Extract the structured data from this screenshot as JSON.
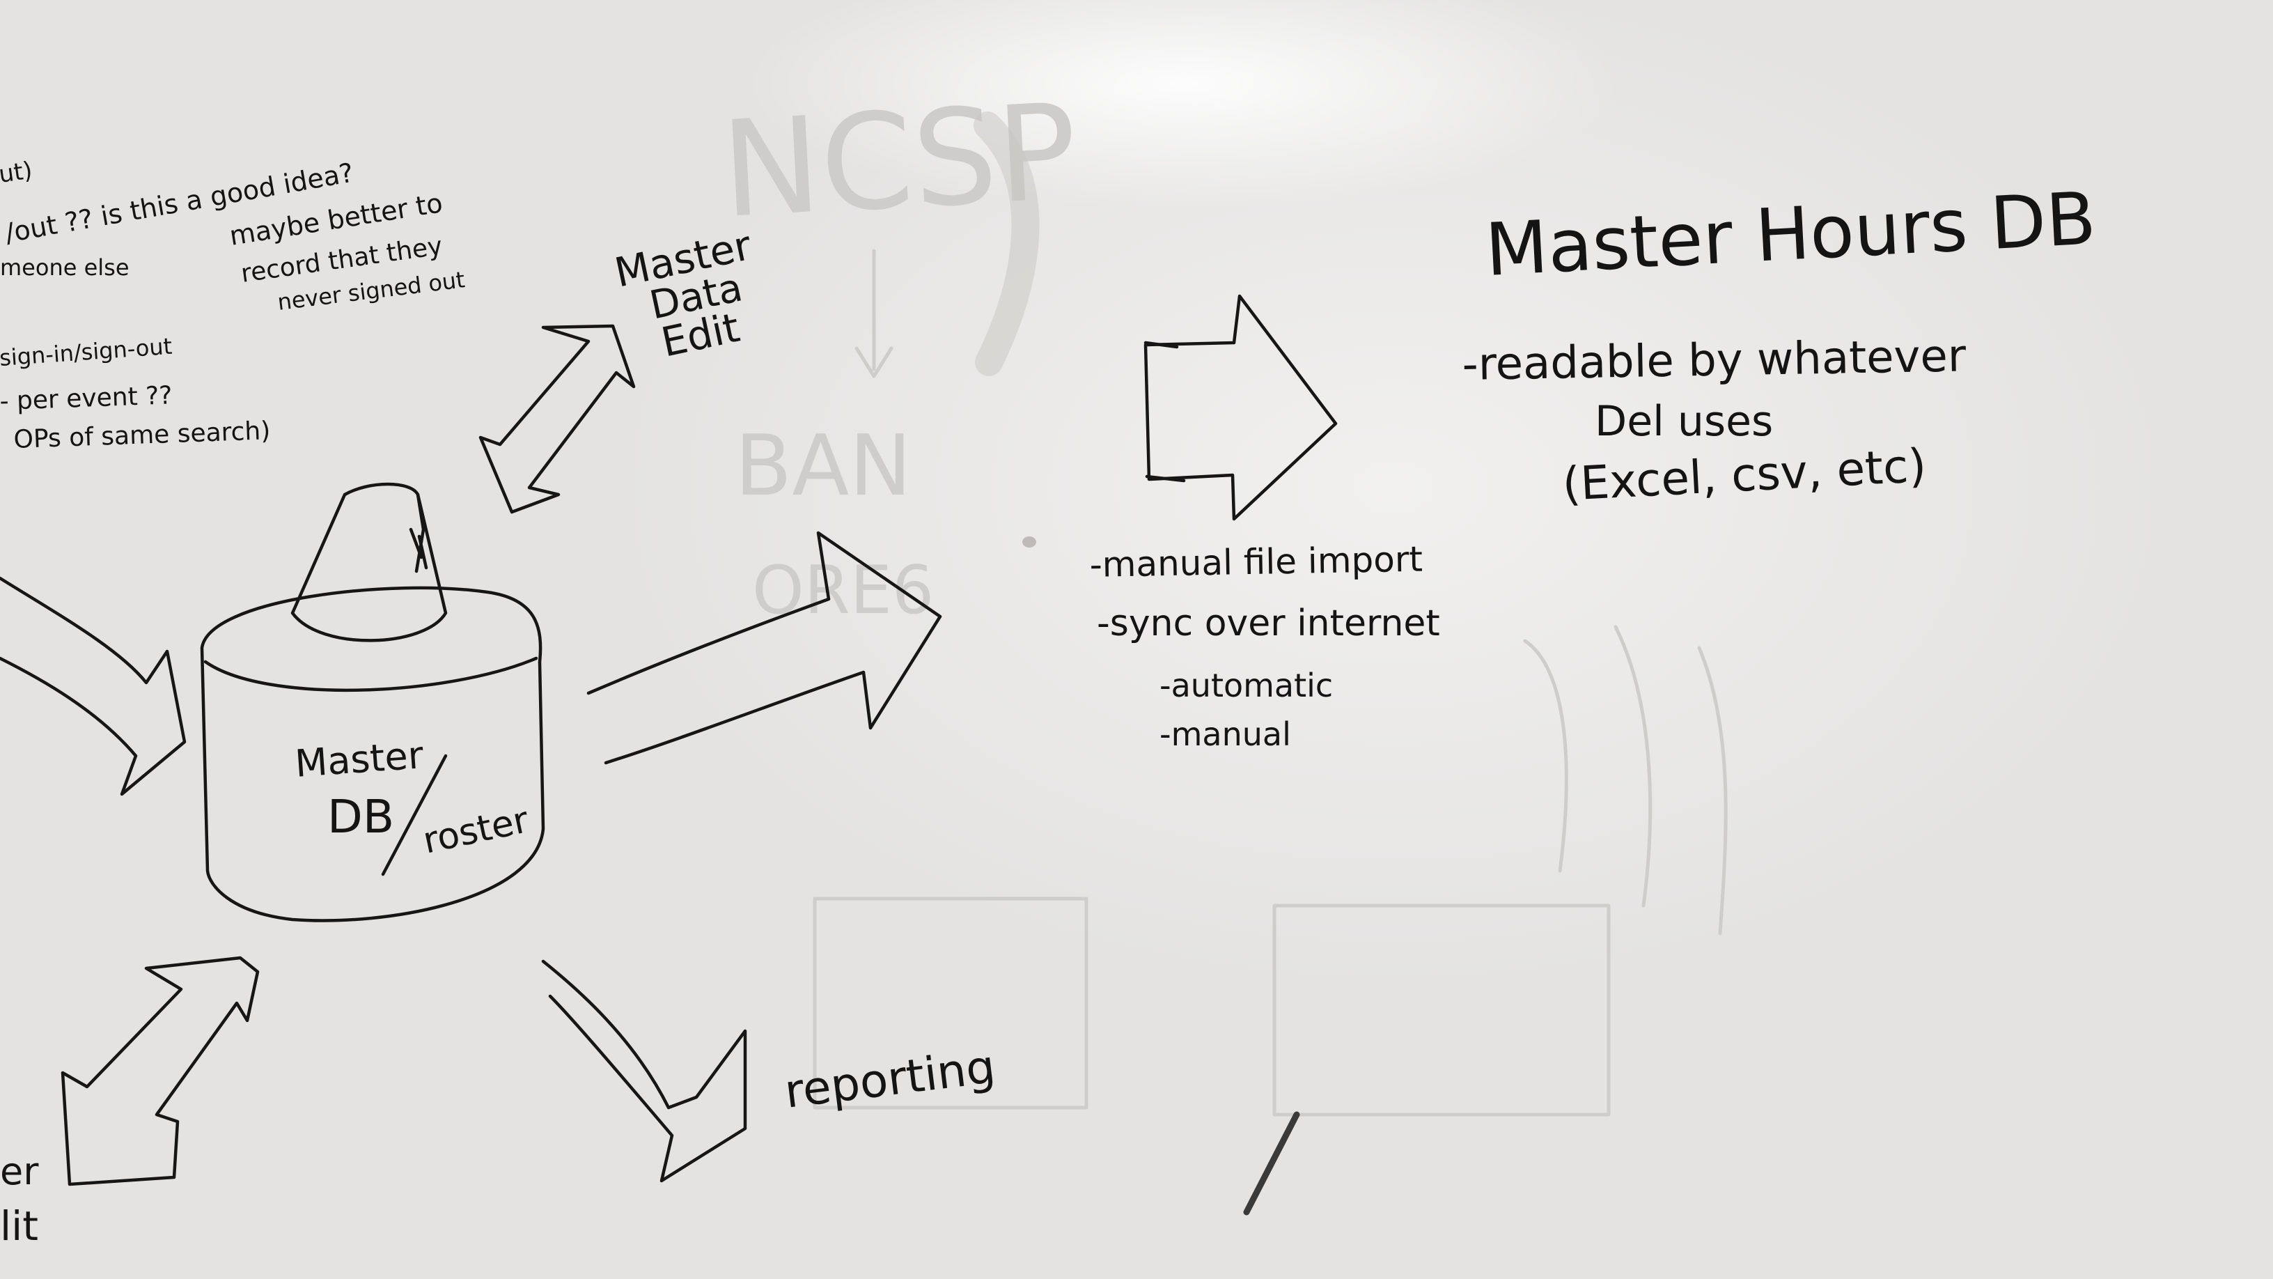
{
  "board": {
    "background": "#e7e6e4",
    "ink_color": "#141414",
    "ghost_color": "#cfcdcb"
  },
  "left_notes": {
    "line1": "ut)",
    "line2": "/out ?? is this a good idea?",
    "line3": "maybe better to",
    "line4": "meone else",
    "line5": "record that they",
    "line6": "never signed out",
    "line7": "sign-in/sign-out",
    "line8": "- per event ?? ",
    "line9": "OPs of same search)"
  },
  "master_data_edit": {
    "line1": "Master",
    "line2": "Data",
    "line3": "Edit"
  },
  "database": {
    "line1": "Master",
    "line2": "DB",
    "line3": "roster"
  },
  "right_section": {
    "title": "Master Hours DB",
    "readable": "-readable by whatever",
    "del_uses": "Del uses",
    "formats": "(Excel, csv, etc)"
  },
  "transfer_options": {
    "item1": "-manual file import",
    "item2": "-sync over internet",
    "item3": "-automatic",
    "item4": "-manual"
  },
  "reporting": {
    "label": "reporting"
  },
  "bottom_left": {
    "line1": "er",
    "line2": "lit"
  },
  "ghost_text": {
    "ncs": "NCSP",
    "ban": "BAN",
    "ore": "ORE6"
  }
}
